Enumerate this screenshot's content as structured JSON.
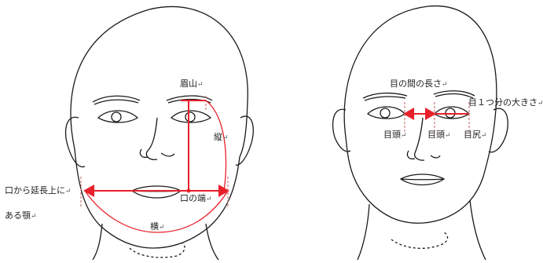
{
  "left_face": {
    "labels": {
      "eyebrow_peak": "眉山",
      "vertical": "縦",
      "mouth_corner": "口の端",
      "extension_line": "口から延長上に",
      "jaw": "ある顎",
      "horizontal": "横"
    }
  },
  "right_face": {
    "labels": {
      "eye_gap_length": "目の間の長さ",
      "one_eye_size": "目１つ分の大きさ",
      "inner_corner_left": "目頭",
      "inner_corner_right": "目頭",
      "outer_corner": "目尻"
    }
  },
  "return_mark": "↵",
  "colors": {
    "guide": "#e8202a",
    "line_art": "#1a1a1a",
    "dashed": "#c06060"
  }
}
